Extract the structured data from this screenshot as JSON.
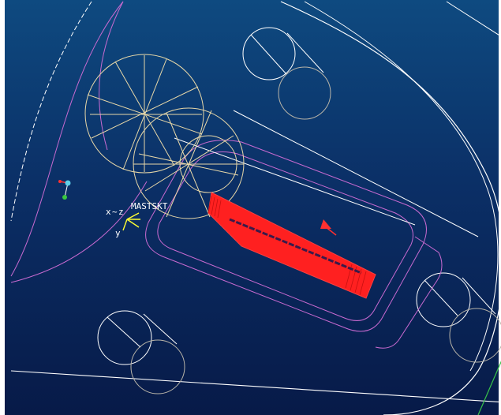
{
  "viewport": {
    "background_top": "#0e4a80",
    "background_bottom": "#071a48",
    "edge_color": "#ffffff",
    "outline_color": "#ffffff",
    "hidden_edge_color": "#b8b4a8",
    "sketch_color": "#e8d8a8",
    "part_outline_color": "#c86ad0",
    "selection_color": "#ff2020"
  },
  "coordinate_system": {
    "name": "MASTSKT",
    "axis_x_label": "x",
    "axis_z_label": "z",
    "axis_y_label": "y",
    "separator": "~",
    "color": "#ffff33"
  },
  "icons": {
    "triad": "view-triad-icon",
    "datum_marker": "datum-point-icon",
    "csys": "coordinate-system-icon"
  }
}
